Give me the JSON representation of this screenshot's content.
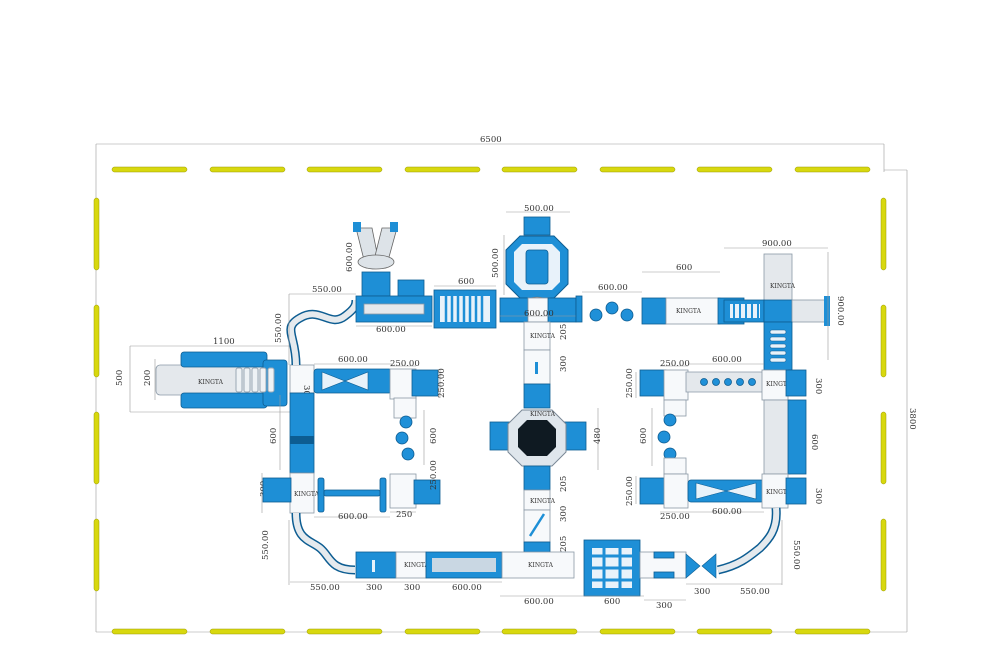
{
  "overall": {
    "width": "6500",
    "height": "3800"
  },
  "brand": "KINGTA",
  "dimensions": {
    "slide_len": "1100",
    "slide_h": "500",
    "slide_inner": "200",
    "left_col_300": "300",
    "left_col_600": "600",
    "left_bottom_300": "300",
    "left_lower_550": "550.00",
    "top_left_550": "550.00",
    "top_left_v550": "550.00",
    "claw_h": "600.00",
    "top_block_600": "600.00",
    "ladder_600": "600",
    "octagon_w": "500.00",
    "octagon_h": "500.00",
    "center_600": "600.00",
    "center_205a": "205",
    "center_300a": "300",
    "buoys_600": "600.00",
    "buoy_jump_480": "480",
    "center_205b": "205",
    "center_300b": "300",
    "center_205c": "205",
    "right_top_600": "600",
    "right_tower_w": "900.00",
    "right_tower_h": "900.00",
    "lr_600_top": "600.00",
    "lr_250_tl": "250.00",
    "lr_250_tr": "250.00",
    "lr_250_v": "250.00",
    "lr_600_mid": "600",
    "lr_250_b": "250",
    "lr_600_bot": "600.00",
    "lr_250_bl": "250",
    "rr_600_top": "600.00",
    "rr_250_tl": "250.00",
    "rr_250_vl": "250.00",
    "rr_300_r": "300",
    "rr_600_l": "600",
    "rr_600_r": "600",
    "rr_250_bvl": "250.00",
    "rr_250_bl": "250.00",
    "rr_600_bot": "600.00",
    "rr_300_br": "300",
    "rr_550_r": "550.00",
    "bottom_550": "550.00",
    "bottom_300a": "300",
    "bottom_300b": "300",
    "bottom_600a": "600.00",
    "bottom_600b": "600.00",
    "bottom_600c": "600",
    "bottom_300c": "300",
    "bottom_300d": "300",
    "bottom_550r": "550.00"
  }
}
